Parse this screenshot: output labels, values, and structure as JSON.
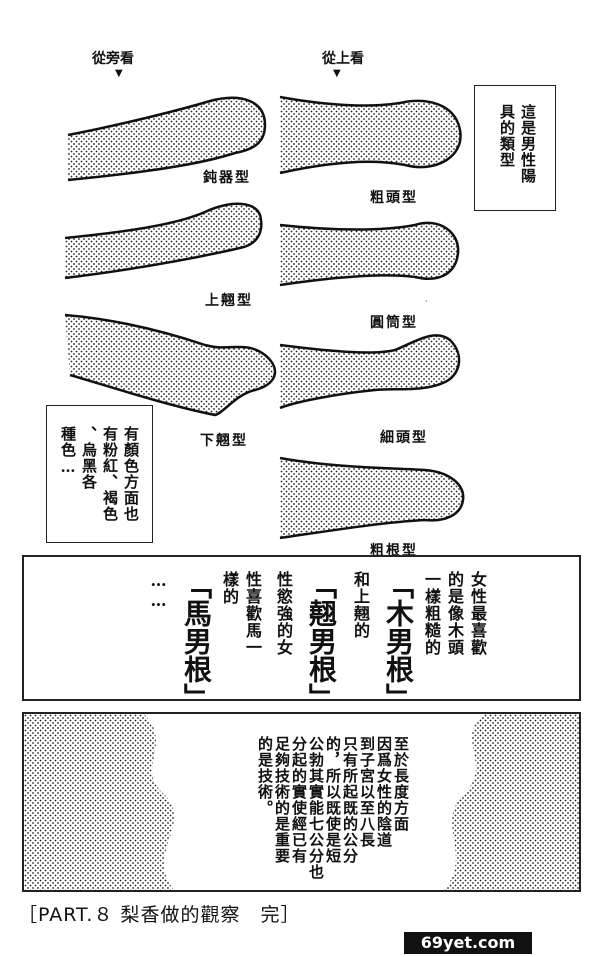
{
  "views": {
    "side": "從旁看",
    "top": "從上看",
    "arrow": "▼"
  },
  "types": {
    "dun": "鈍器型",
    "shangqiao": "上翹型",
    "xiaqiao": "下翹型",
    "cutou": "粗頭型",
    "yuantong": "圓筒型",
    "xitou": "細頭型",
    "cugen": "粗根型"
  },
  "notes": {
    "title_cols": [
      "這是男性陽",
      "具的類型"
    ],
    "color_cols": [
      "有顏色方面也",
      "有粉紅、褐色",
      "、烏黑各",
      "種色…"
    ]
  },
  "middle": {
    "cols": [
      "女性最喜歡",
      "的是像木頭",
      "一樣粗糙的"
    ],
    "term1": "「木男根」",
    "cols2": [
      "和上翹的"
    ],
    "term2": "「翹男根」",
    "cols3": [
      "性慾強的女",
      "性喜歡馬一",
      "樣的"
    ],
    "term3": "「馬男根」",
    "dots": "……"
  },
  "bottom": {
    "cols": [
      "至於長度方面",
      "因爲女性的陰道",
      "到子宮以至八長",
      "只有所起既的公分",
      "的，所以既使是短",
      "公勃其實能七公分也",
      "分起的實使經已有",
      "足夠技術的是重要",
      "的是技術。"
    ]
  },
  "footer": {
    "title": "［PART.８ 梨香做的觀察　完］"
  },
  "watermark": "69yet.com"
}
